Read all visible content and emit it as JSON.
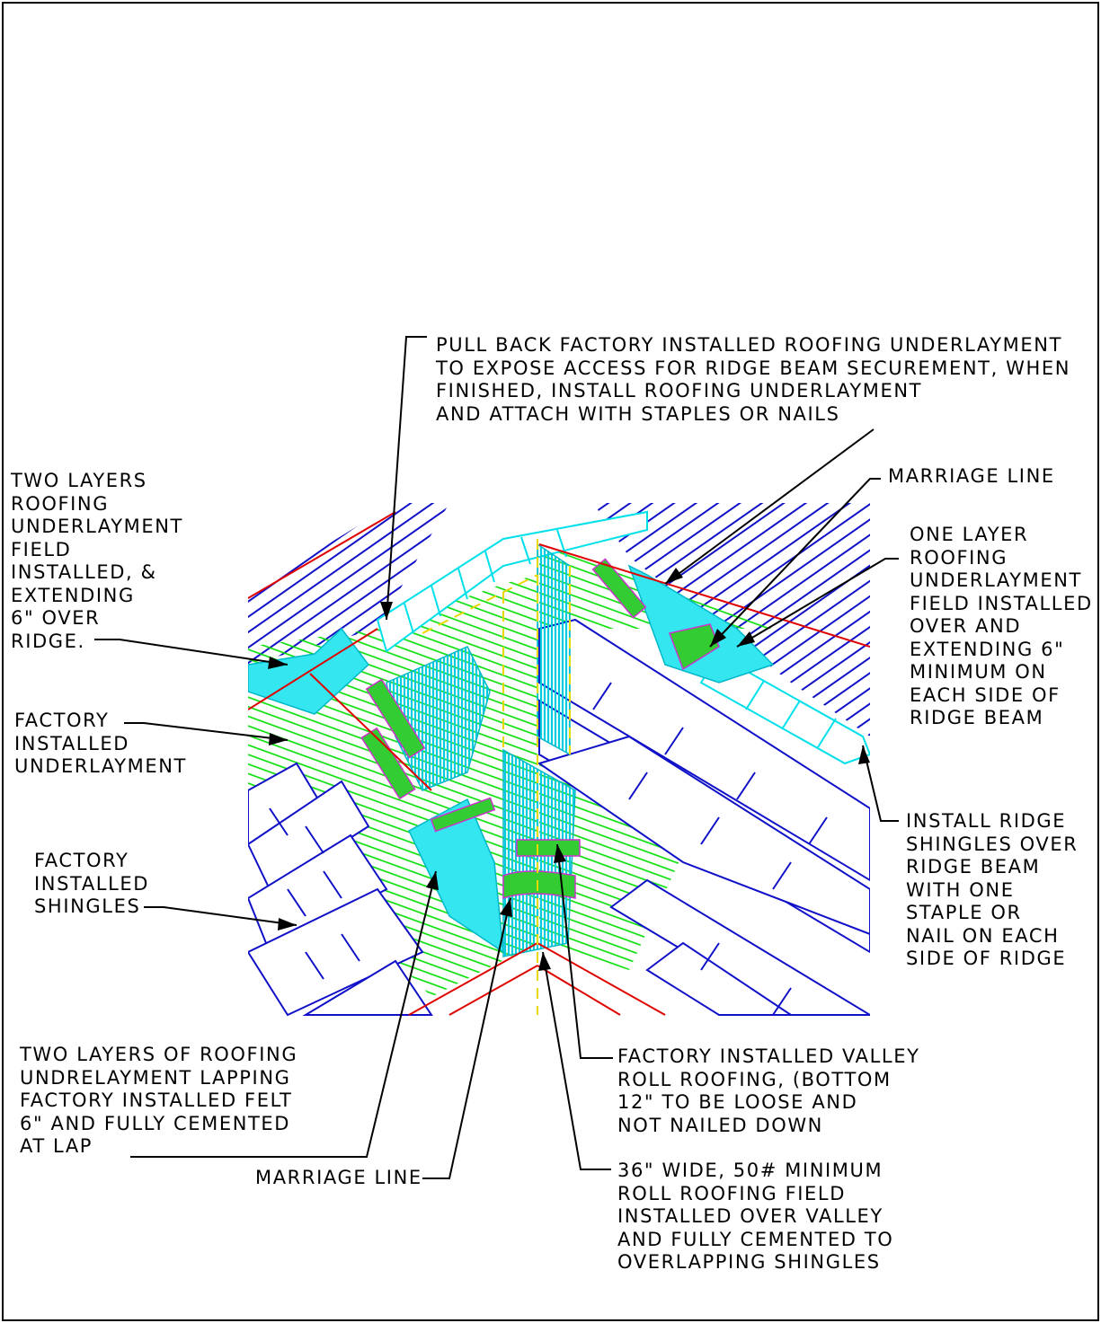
{
  "colors": {
    "outline": "#000000",
    "shingle": "#1010c8",
    "underlayment": "#00dd00",
    "membrane": "#33e6f0",
    "ridge_shingle": "#00e0ea",
    "edge": "#e00000",
    "marriage": "#e8d800",
    "cap": "#cc33cc"
  },
  "notes": {
    "pull_back": "PULL BACK FACTORY INSTALLED ROOFING UNDERLAYMENT\nTO EXPOSE ACCESS FOR RIDGE BEAM SECUREMENT, WHEN\nFINISHED, INSTALL ROOFING UNDERLAYMENT\nAND ATTACH WITH STAPLES OR NAILS",
    "two_layers": "TWO LAYERS\nROOFING\nUNDERLAYMENT\nFIELD\nINSTALLED, &\nEXTENDING\n6\" OVER\nRIDGE.",
    "marriage_line_top": "MARRIAGE LINE",
    "one_layer": "ONE LAYER\nROOFING\nUNDERLAYMENT\nFIELD INSTALLED\nOVER AND\nEXTENDING 6\"\nMINIMUM ON\nEACH SIDE OF\nRIDGE BEAM",
    "factory_underlayment": "FACTORY\nINSTALLED\nUNDERLAYMENT",
    "factory_shingles": "FACTORY\nINSTALLED\nSHINGLES",
    "install_ridge": "INSTALL RIDGE\nSHINGLES OVER\nRIDGE BEAM\nWITH ONE\nSTAPLE OR\nNAIL ON EACH\nSIDE OF RIDGE",
    "valley_roll": "FACTORY INSTALLED VALLEY\nROLL ROOFING, (BOTTOM\n12\" TO BE LOOSE AND\nNOT NAILED DOWN",
    "two_layers_lap": "TWO LAYERS OF ROOFING\nUNDRELAYMENT LAPPING\nFACTORY INSTALLED FELT\n6\" AND FULLY CEMENTED\nAT LAP",
    "marriage_line_bottom": "MARRIAGE LINE",
    "roll_roofing": "36\" WIDE, 50# MINIMUM\nROLL ROOFING FIELD\nINSTALLED OVER VALLEY\nAND FULLY CEMENTED TO\nOVERLAPPING SHINGLES"
  }
}
